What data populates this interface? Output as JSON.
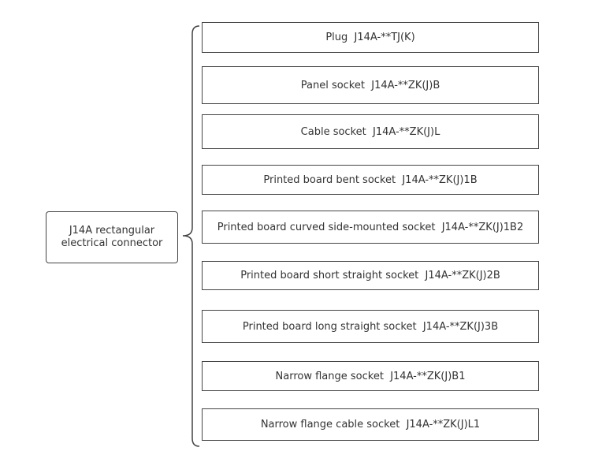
{
  "root": {
    "label": "J14A rectangular electrical connector"
  },
  "items": [
    {
      "label": "Plug  J14A-**TJ(K)"
    },
    {
      "label": "Panel socket  J14A-**ZK(J)B"
    },
    {
      "label": "Cable socket  J14A-**ZK(J)L"
    },
    {
      "label": "Printed board bent socket  J14A-**ZK(J)1B"
    },
    {
      "label": "Printed board curved side-mounted socket  J14A-**ZK(J)1B2"
    },
    {
      "label": "Printed board short straight socket  J14A-**ZK(J)2B"
    },
    {
      "label": "Printed board long straight socket  J14A-**ZK(J)3B"
    },
    {
      "label": "Narrow flange socket  J14A-**ZK(J)B1"
    },
    {
      "label": "Narrow flange cable socket  J14A-**ZK(J)L1"
    }
  ]
}
